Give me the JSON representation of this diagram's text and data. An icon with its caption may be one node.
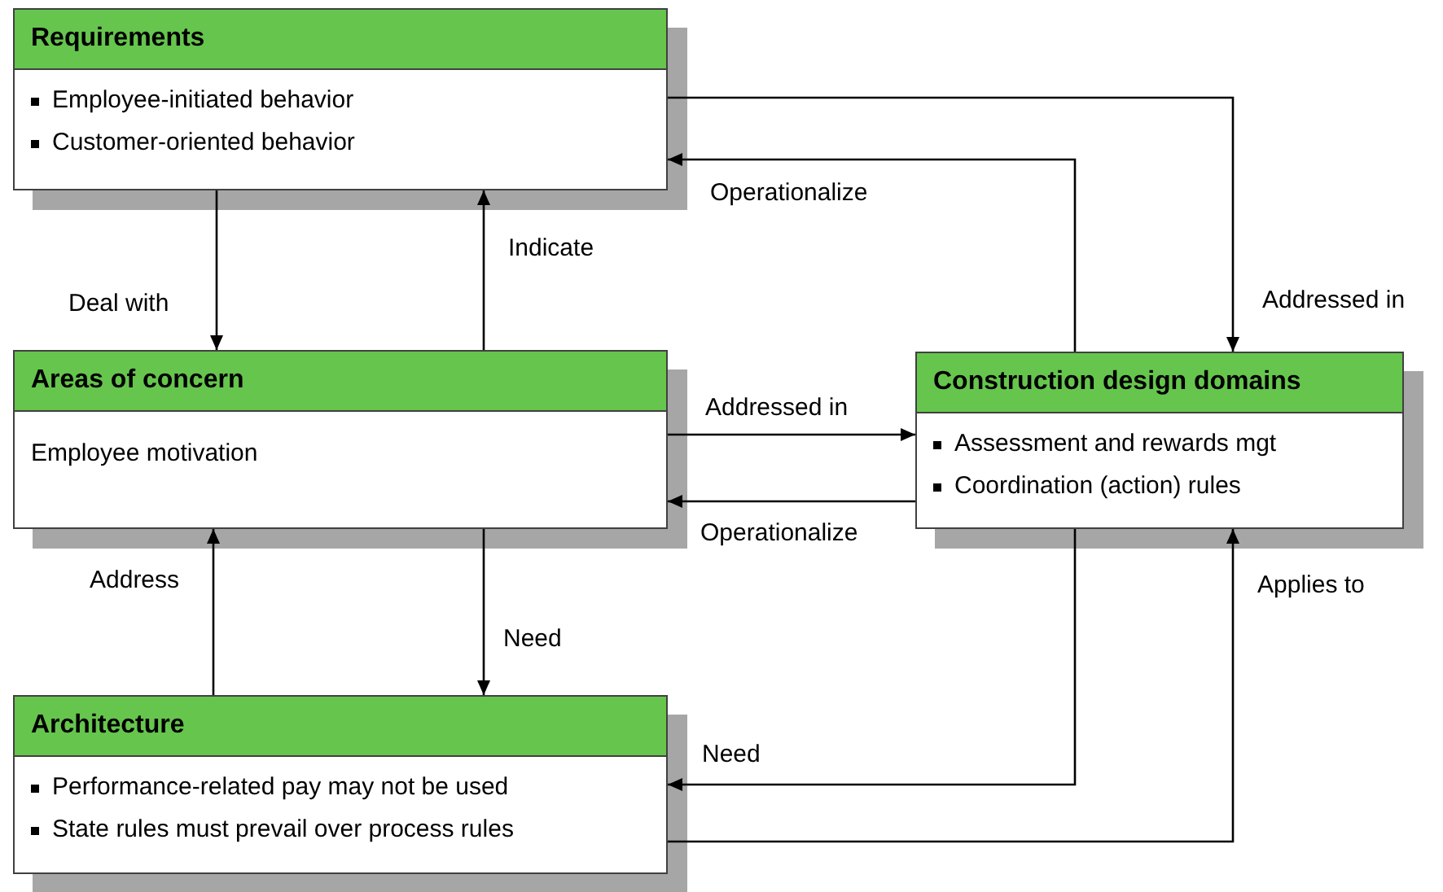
{
  "diagram": {
    "nodes": [
      {
        "text": [
          "Requirements",
          "Employee-initiated behavior",
          "Customer-oriented behavior"
        ]
      },
      {
        "text": [
          "Areas of concern",
          "Employee motivation"
        ]
      },
      {
        "text": [
          "Construction design domains",
          "Assessment and rewards mgt",
          "Coordination (action) rules"
        ]
      },
      {
        "text": [
          "Architecture",
          "Performance-related pay may not be used",
          "State rules must prevail over process rules"
        ]
      }
    ],
    "edges": [
      {
        "from": 0,
        "to": 1,
        "arrow": "to",
        "label": "Deal with"
      },
      {
        "from": 1,
        "to": 0,
        "arrow": "to",
        "label": "Indicate"
      },
      {
        "from": 0,
        "to": 2,
        "arrow": "to",
        "label": "Addressed in"
      },
      {
        "from": 2,
        "to": 0,
        "arrow": "to",
        "label": "Operationalize"
      },
      {
        "from": 1,
        "to": 2,
        "arrow": "to",
        "label": "Addressed in"
      },
      {
        "from": 2,
        "to": 1,
        "arrow": "to",
        "label": "Operationalize"
      },
      {
        "from": 1,
        "to": 3,
        "arrow": "to",
        "label": "Need"
      },
      {
        "from": 3,
        "to": 1,
        "arrow": "to",
        "label": "Address"
      },
      {
        "from": 2,
        "to": 3,
        "arrow": "to",
        "label": "Need"
      },
      {
        "from": 3,
        "to": 2,
        "arrow": "to",
        "label": "Applies to"
      }
    ]
  }
}
